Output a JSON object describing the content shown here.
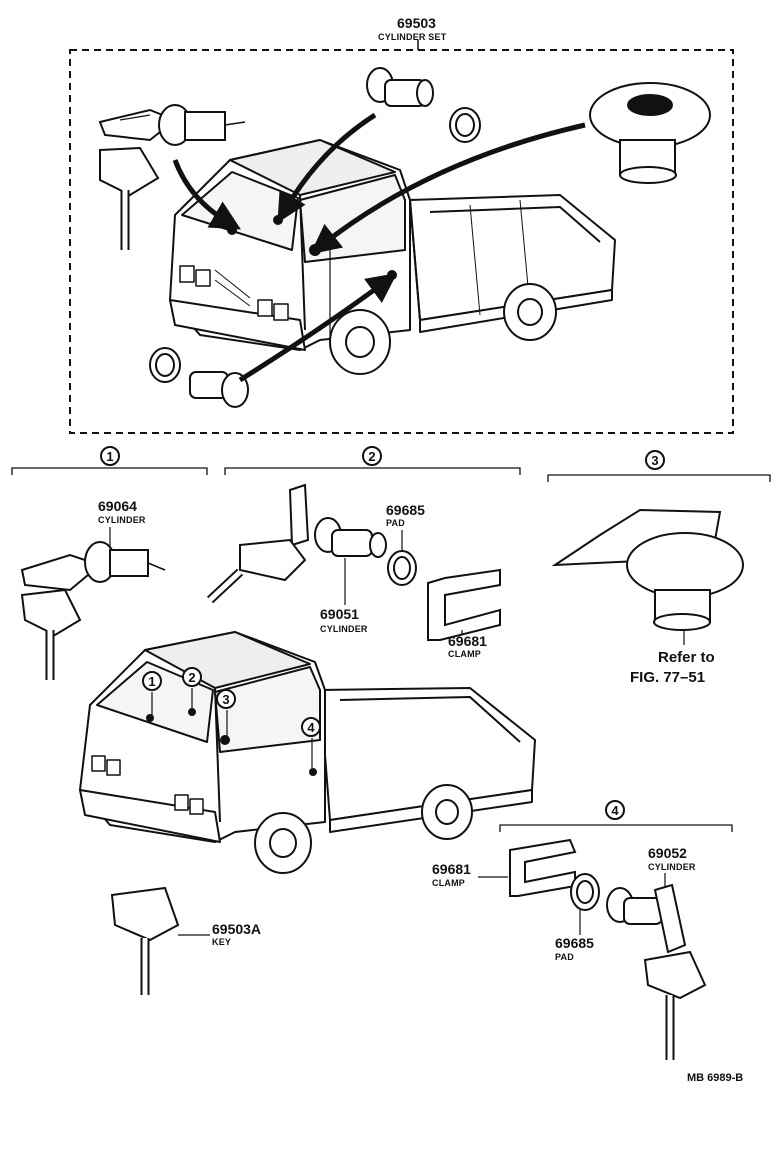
{
  "top_group": {
    "part_number": "69503",
    "part_name": "CYLINDER SET"
  },
  "sections": [
    {
      "marker": "1"
    },
    {
      "marker": "2"
    },
    {
      "marker": "3"
    },
    {
      "marker": "4"
    }
  ],
  "callouts": {
    "door_cylinder_69064": {
      "number": "69064",
      "name": "CYLINDER"
    },
    "pad_69685_top": {
      "number": "69685",
      "name": "PAD"
    },
    "cylinder_69051": {
      "number": "69051",
      "name": "CYLINDER"
    },
    "clamp_69681_top": {
      "number": "69681",
      "name": "CLAMP"
    },
    "reference": {
      "line1": "Refer to",
      "line2": "FIG. 77–51"
    },
    "key_69503A": {
      "number": "69503A",
      "name": "KEY"
    },
    "clamp_69681_bottom": {
      "number": "69681",
      "name": "CLAMP"
    },
    "cylinder_69052": {
      "number": "69052",
      "name": "CYLINDER"
    },
    "pad_69685_bottom": {
      "number": "69685",
      "name": "PAD"
    }
  },
  "truck_markers": [
    "1",
    "2",
    "3",
    "4"
  ],
  "drawing_code": "MB 6989-B"
}
